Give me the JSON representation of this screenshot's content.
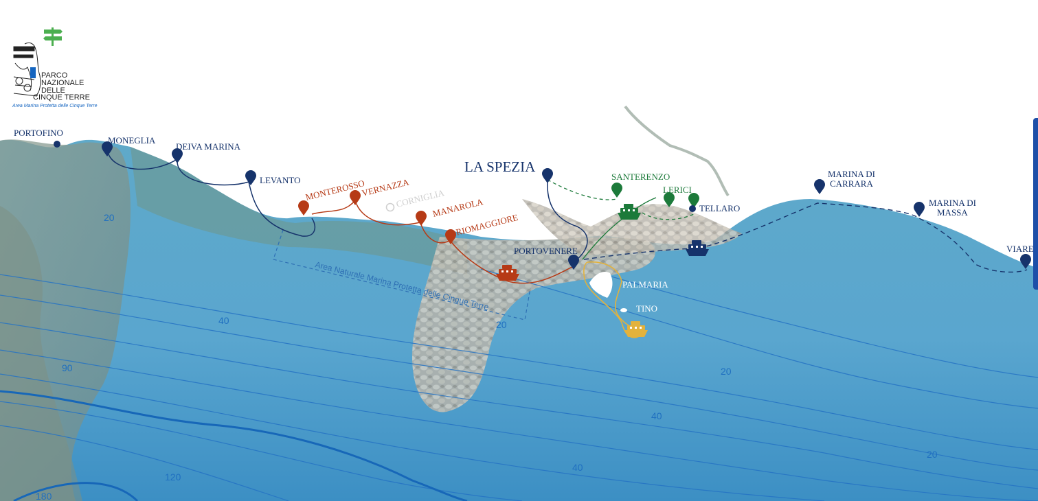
{
  "logo": {
    "line1": "PARCO",
    "line2": "NAZIONALE",
    "line3": "DELLE",
    "line4": "CINQUE TERRE",
    "subtitle": "Area Marina Protetta delle Cinque Terre",
    "icon": "signpost-icon"
  },
  "colors": {
    "navy": "#16336b",
    "red": "#b63a16",
    "green": "#1c7a3a",
    "yellow": "#e3b23c",
    "grey": "#c9c9c9",
    "sea": "#4e9fc8",
    "depth_line": "#1f6fc0"
  },
  "places": {
    "portofino": "PORTOFINO",
    "moneglia": "MONEGLIA",
    "deiva_marina": "DEIVA MARINA",
    "levanto": "LEVANTO",
    "monterosso": "MONTEROSSO",
    "vernazza": "VERNAZZA",
    "corniglia": "CORNIGLIA",
    "manarola": "MANAROLA",
    "riomaggiore": "RIOMAGGIORE",
    "la_spezia": "LA SPEZIA",
    "portovenere": "PORTOVENERE",
    "santerenzo": "SANTERENZO",
    "lerici": "LERICI",
    "tellaro": "TELLARO",
    "palmaria": "PALMARIA",
    "tino": "TINO",
    "marina_di_carrara_1": "MARINA DI",
    "marina_di_carrara_2": "CARRARA",
    "marina_di_massa_1": "MARINA DI",
    "marina_di_massa_2": "MASSA",
    "viareggio": "VIARE"
  },
  "protected_area_label": "Area Naturale Marina Protetta delle Cinque Terre",
  "depths": {
    "d1": "20",
    "d2": "40",
    "d3": "90",
    "d4": "20",
    "d5": "20",
    "d6": "40",
    "d7": "40",
    "d8": "20",
    "d9": "120",
    "d10": "180"
  },
  "ferries": [
    "ferry-icon-red",
    "ferry-icon-green",
    "ferry-icon-navy",
    "ferry-icon-yellow"
  ]
}
